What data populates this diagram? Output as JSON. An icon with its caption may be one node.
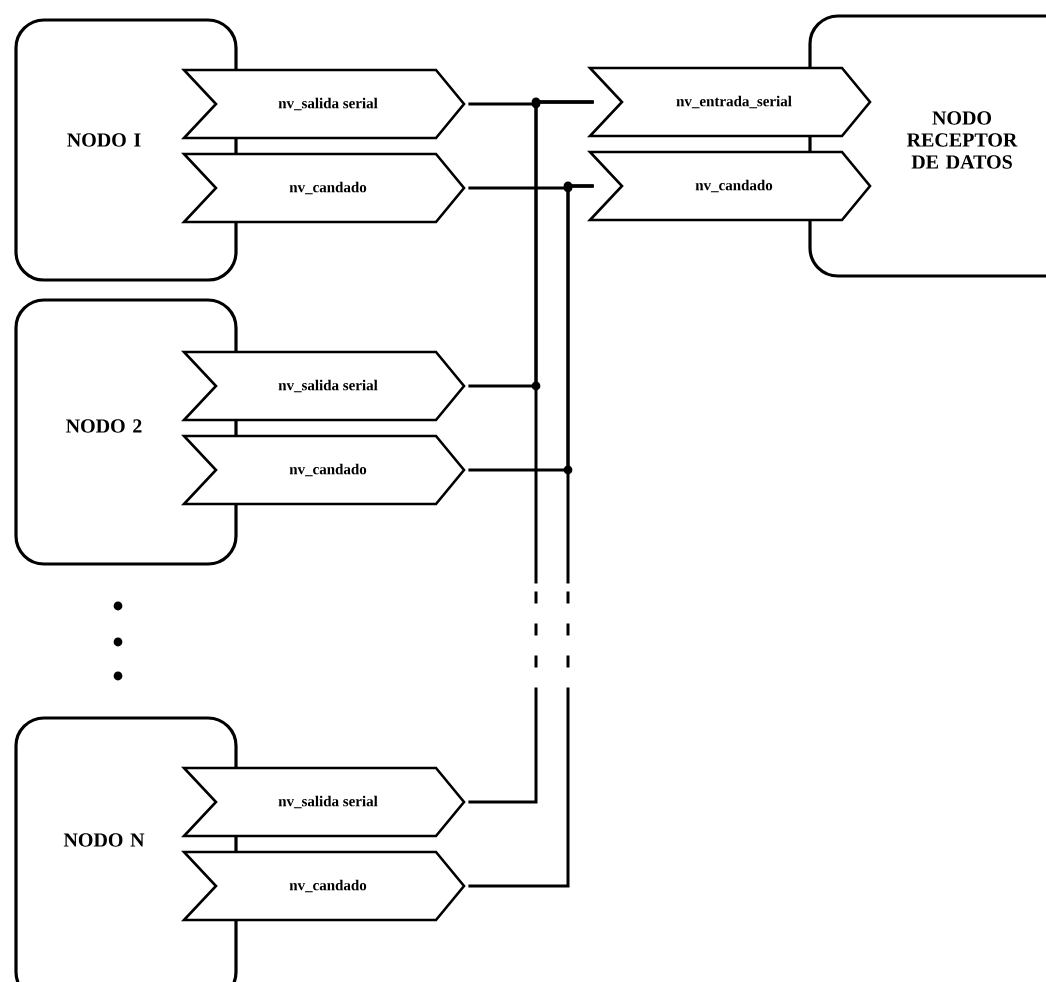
{
  "diagram": {
    "nodes": [
      {
        "text": [
          "NODO I"
        ]
      },
      {
        "text": [
          "nv_salida serial"
        ]
      },
      {
        "text": [
          "nv_candado"
        ]
      },
      {
        "text": [
          "nv_entrada_serial"
        ]
      },
      {
        "text": [
          "nv_candado"
        ]
      },
      {
        "text": [
          "NODO RECEPTOR DE DATOS"
        ]
      },
      {
        "text": [
          "NODO 2"
        ]
      },
      {
        "text": [
          "nv_salida serial"
        ]
      },
      {
        "text": [
          "nv_candado"
        ]
      },
      {
        "text": [
          "NODO N"
        ]
      },
      {
        "text": [
          "nv_salida serial"
        ]
      },
      {
        "text": [
          "nv_candado"
        ]
      }
    ],
    "edges": [
      {
        "from": 1,
        "to": 3,
        "arrow": "none"
      },
      {
        "from": 2,
        "to": 4,
        "arrow": "none"
      },
      {
        "from": 7,
        "to": 3,
        "arrow": "none"
      },
      {
        "from": 8,
        "to": 4,
        "arrow": "none"
      },
      {
        "from": 10,
        "to": 3,
        "arrow": "none",
        "style": "dashed"
      },
      {
        "from": 11,
        "to": 4,
        "arrow": "none",
        "style": "dashed"
      }
    ]
  }
}
